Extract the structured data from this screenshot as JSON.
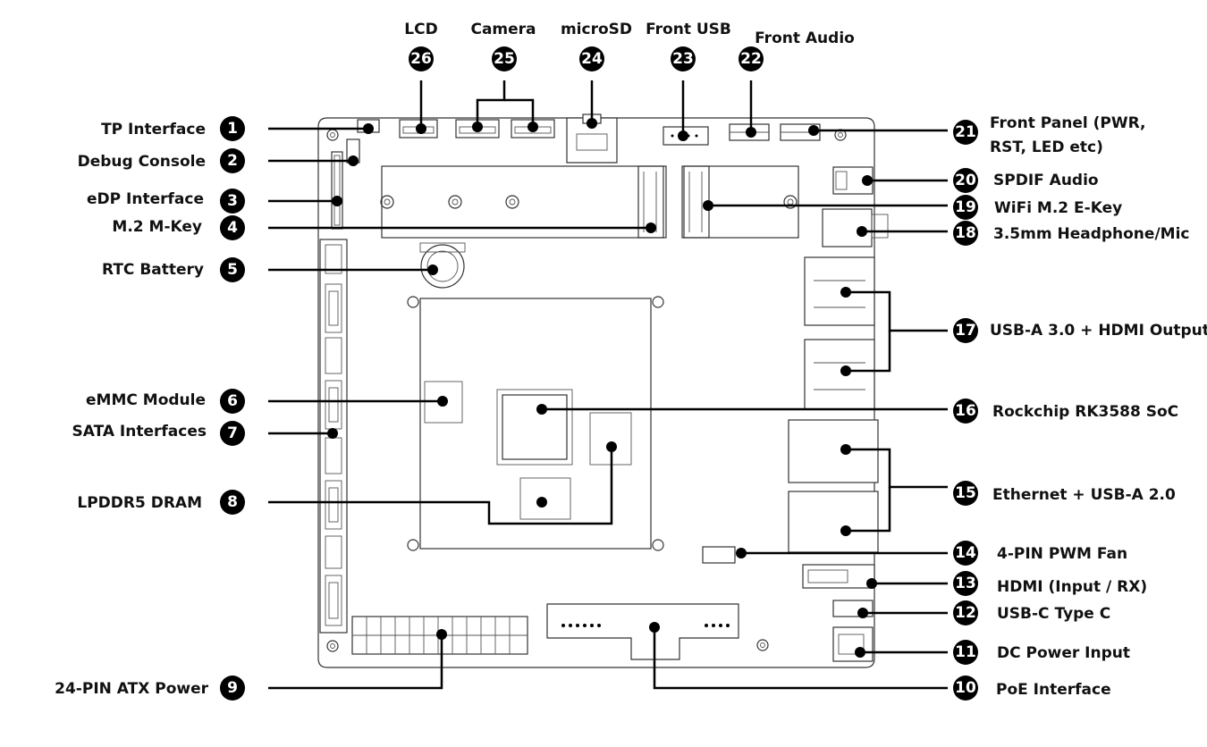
{
  "callouts": [
    {
      "n": "1",
      "label": "TP Interface"
    },
    {
      "n": "2",
      "label": "Debug Console"
    },
    {
      "n": "3",
      "label": "eDP Interface"
    },
    {
      "n": "4",
      "label": "M.2 M-Key"
    },
    {
      "n": "5",
      "label": "RTC Battery"
    },
    {
      "n": "6",
      "label": "eMMC Module"
    },
    {
      "n": "7",
      "label": "SATA Interfaces"
    },
    {
      "n": "8",
      "label": "LPDDR5 DRAM"
    },
    {
      "n": "9",
      "label": "24-PIN ATX Power"
    },
    {
      "n": "10",
      "label": "PoE Interface"
    },
    {
      "n": "11",
      "label": "DC Power Input"
    },
    {
      "n": "12",
      "label": "USB-C Type C"
    },
    {
      "n": "13",
      "label": "HDMI (Input / RX)"
    },
    {
      "n": "14",
      "label": "4-PIN PWM Fan"
    },
    {
      "n": "15",
      "label": "Ethernet + USB-A 2.0"
    },
    {
      "n": "16",
      "label": "Rockchip RK3588 SoC"
    },
    {
      "n": "17",
      "label": "USB-A 3.0 + HDMI Output"
    },
    {
      "n": "18",
      "label": "3.5mm Headphone/Mic"
    },
    {
      "n": "19",
      "label": "WiFi M.2 E-Key"
    },
    {
      "n": "20",
      "label": "SPDIF Audio"
    },
    {
      "n": "21",
      "label": "Front Panel (PWR,",
      "label2": "RST, LED etc)"
    },
    {
      "n": "22",
      "label": "Front Audio"
    },
    {
      "n": "23",
      "label": "Front USB"
    },
    {
      "n": "24",
      "label": "microSD"
    },
    {
      "n": "25",
      "label": "Camera"
    },
    {
      "n": "26",
      "label": "LCD"
    }
  ],
  "colors": {
    "ink": "#000000",
    "outline": "#333333",
    "background": "#ffffff"
  }
}
